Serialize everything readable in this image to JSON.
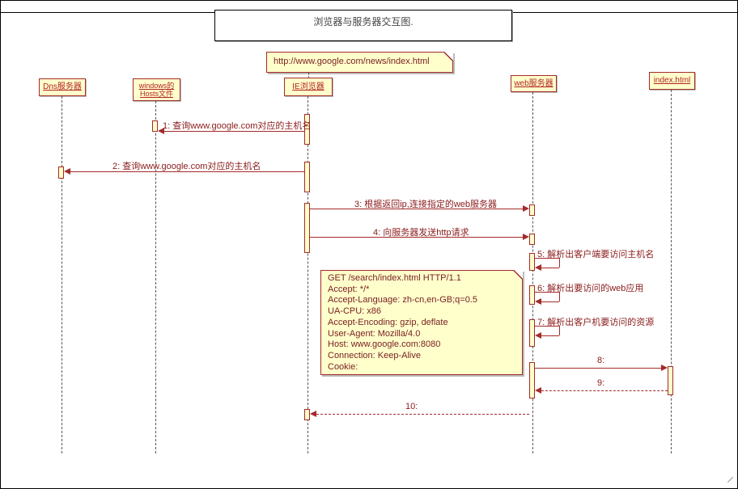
{
  "diagram": {
    "title": "浏览器与服务器交互图.",
    "url_note": "http://www.google.com/news/index.html"
  },
  "lifelines": [
    {
      "label": "Dns服务器"
    },
    {
      "label": "windows的",
      "label2": "Hosts文件"
    },
    {
      "label": "IE浏览器"
    },
    {
      "label": "web服务器"
    },
    {
      "label": "index.html"
    }
  ],
  "messages": [
    {
      "label": "1: 查询www.google.com对应的主机名"
    },
    {
      "label": "2: 查询www.google.com对应的主机名"
    },
    {
      "label": "3: 根据返回ip,连接指定的web服务器"
    },
    {
      "label": "4: 向服务器发送http请求"
    },
    {
      "label": "5: 解析出客户端要访问主机名"
    },
    {
      "label": "6: 解析出要访问的web应用"
    },
    {
      "label": "7: 解析出客户机要访问的资源"
    },
    {
      "label": "8:"
    },
    {
      "label": "9:"
    },
    {
      "label": "10:"
    }
  ],
  "http_note": {
    "lines": [
      "GET /search/index.html HTTP/1.1",
      "Accept: */*",
      "Accept-Language: zh-cn,en-GB;q=0.5",
      "UA-CPU: x86",
      "Accept-Encoding: gzip, deflate",
      "User-Agent: Mozilla/4.0",
      "Host: www.google.com:8080",
      "Connection: Keep-Alive",
      "Cookie:"
    ]
  },
  "colors": {
    "accent": "#A52A2A",
    "fill": "#FFFFCC"
  }
}
